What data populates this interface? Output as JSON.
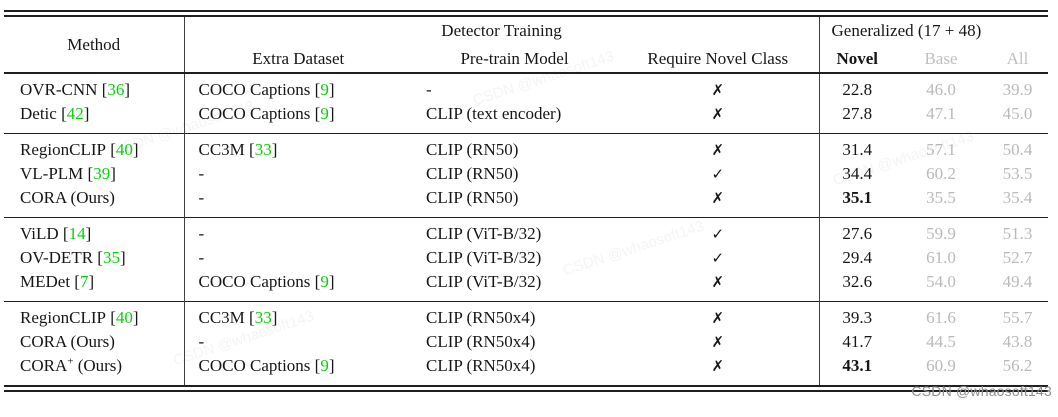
{
  "header": {
    "method": "Method",
    "detector_training": "Detector Training",
    "extra_dataset": "Extra Dataset",
    "pretrain_model": "Pre-train Model",
    "require_novel_class": "Require Novel Class",
    "generalized": "Generalized (17 + 48)",
    "novel": "Novel",
    "base": "Base",
    "all": "All"
  },
  "colors": {
    "citation_green": "#0ad00a",
    "muted_value_gray": "#b9b9b9",
    "watermark_gray": "#8f8f8f"
  },
  "marks": {
    "cross": "✗",
    "check": "✓"
  },
  "watermark": {
    "label": "CSDN @whaosoft143"
  },
  "groups": [
    [
      {
        "m1": "OVR-CNN",
        "msup": "",
        "m2": " [",
        "mc": "36",
        "m3": "]",
        "e1": "COCO Captions [",
        "ec": "9",
        "e2": "]",
        "pt": "-",
        "rq": "✗",
        "nv": "22.8",
        "bs": "46.0",
        "al": "39.9"
      },
      {
        "m1": "Detic",
        "msup": "",
        "m2": " [",
        "mc": "42",
        "m3": "]",
        "e1": "COCO Captions [",
        "ec": "9",
        "e2": "]",
        "pt": "CLIP (text encoder)",
        "rq": "✗",
        "nv": "27.8",
        "bs": "47.1",
        "al": "45.0"
      }
    ],
    [
      {
        "m1": "RegionCLIP",
        "msup": "",
        "m2": " [",
        "mc": "40",
        "m3": "]",
        "e1": "CC3M [",
        "ec": "33",
        "e2": "]",
        "pt": "CLIP (RN50)",
        "rq": "✗",
        "nv": "31.4",
        "bs": "57.1",
        "al": "50.4"
      },
      {
        "m1": "VL-PLM",
        "msup": "",
        "m2": " [",
        "mc": "39",
        "m3": "]",
        "e1": "-",
        "ec": "",
        "e2": "",
        "pt": "CLIP (RN50)",
        "rq": "✓",
        "nv": "34.4",
        "bs": "60.2",
        "al": "53.5"
      },
      {
        "m1": "CORA (Ours)",
        "msup": "",
        "m2": "",
        "mc": "",
        "m3": "",
        "e1": "-",
        "ec": "",
        "e2": "",
        "pt": "CLIP (RN50)",
        "rq": "✗",
        "nv": "35.1",
        "bs": "35.5",
        "al": "35.4"
      }
    ],
    [
      {
        "m1": "ViLD",
        "msup": "",
        "m2": " [",
        "mc": "14",
        "m3": "]",
        "e1": "-",
        "ec": "",
        "e2": "",
        "pt": "CLIP (ViT-B/32)",
        "rq": "✓",
        "nv": "27.6",
        "bs": "59.9",
        "al": "51.3"
      },
      {
        "m1": "OV-DETR",
        "msup": "",
        "m2": " [",
        "mc": "35",
        "m3": "]",
        "e1": "-",
        "ec": "",
        "e2": "",
        "pt": "CLIP (ViT-B/32)",
        "rq": "✓",
        "nv": "29.4",
        "bs": "61.0",
        "al": "52.7"
      },
      {
        "m1": "MEDet",
        "msup": "",
        "m2": " [",
        "mc": "7",
        "m3": "]",
        "e1": "COCO Captions [",
        "ec": "9",
        "e2": "]",
        "pt": "CLIP (ViT-B/32)",
        "rq": "✗",
        "nv": "32.6",
        "bs": "54.0",
        "al": "49.4"
      }
    ],
    [
      {
        "m1": "RegionCLIP",
        "msup": "",
        "m2": " [",
        "mc": "40",
        "m3": "]",
        "e1": "CC3M [",
        "ec": "33",
        "e2": "]",
        "pt": "CLIP (RN50x4)",
        "rq": "✗",
        "nv": "39.3",
        "bs": "61.6",
        "al": "55.7"
      },
      {
        "m1": "CORA (Ours)",
        "msup": "",
        "m2": "",
        "mc": "",
        "m3": "",
        "e1": "-",
        "ec": "",
        "e2": "",
        "pt": "CLIP (RN50x4)",
        "rq": "✗",
        "nv": "41.7",
        "bs": "44.5",
        "al": "43.8"
      },
      {
        "m1": "CORA",
        "msup": "+",
        "m2": " (Ours)",
        "mc": "",
        "m3": "",
        "e1": "COCO Captions [",
        "ec": "9",
        "e2": "]",
        "pt": "CLIP (RN50x4)",
        "rq": "✗",
        "nv": "43.1",
        "bs": "60.9",
        "al": "56.2"
      }
    ]
  ]
}
